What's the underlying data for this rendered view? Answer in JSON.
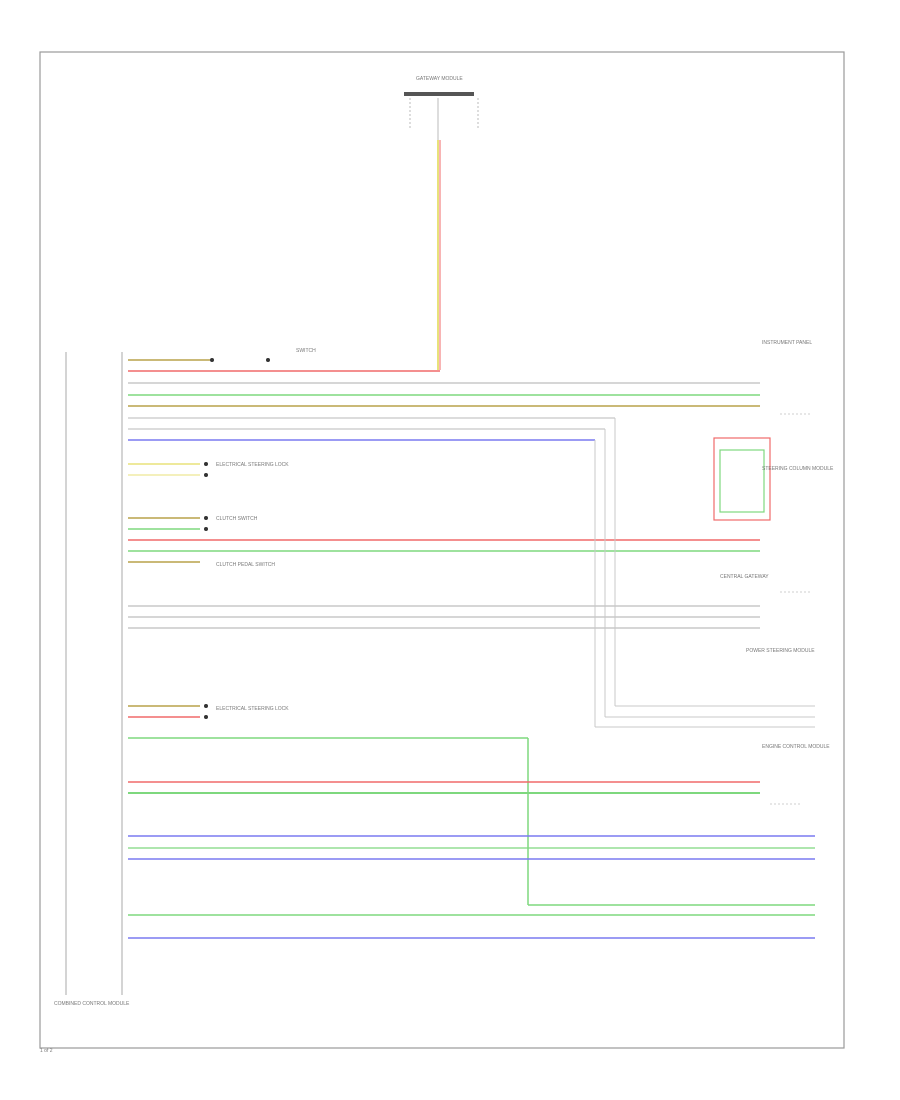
{
  "footer_text": "1 of 2",
  "colors": {
    "frame": "#9a9a9a",
    "red": "#f06a6a",
    "green": "#7ed87e",
    "yellow": "#e8e27a",
    "gray": "#c8c8c8",
    "blue": "#7a7af0",
    "olive": "#b8a24a"
  },
  "labels": {
    "top_component": "GATEWAY MODULE",
    "control_module": "COMBINED CONTROL MODULE",
    "switch_1": "SWITCH",
    "sensor_1": "ELECTRICAL STEERING LOCK",
    "sensor_2": "CLUTCH SWITCH",
    "sensor_3": "CLUTCH PEDAL SWITCH",
    "right_1": "INSTRUMENT PANEL",
    "right_2": "STEERING COLUMN MODULE",
    "right_3": "CENTRAL GATEWAY",
    "right_4": "POWER STEERING MODULE",
    "right_5": "ENGINE CONTROL MODULE"
  }
}
